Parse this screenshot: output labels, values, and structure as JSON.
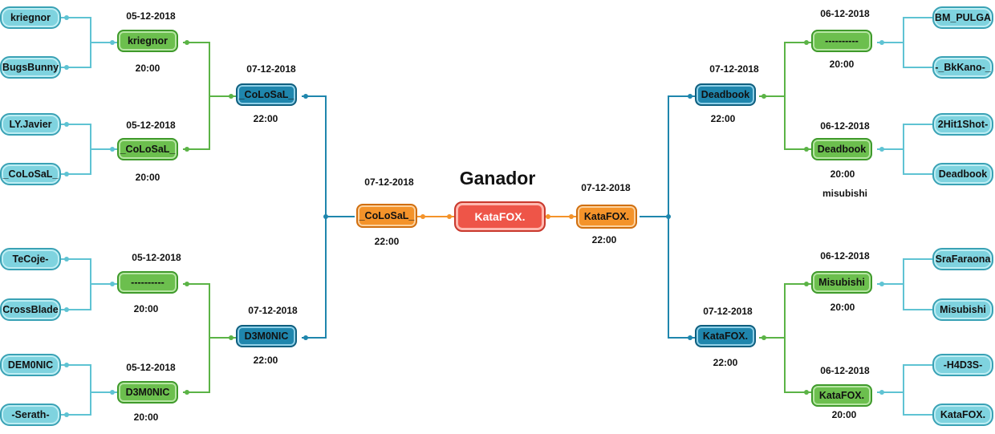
{
  "bracket": {
    "title": "Ganador",
    "champion": "KataFOX.",
    "left": {
      "players": [
        "kriegnor",
        "BugsBunny",
        "LY.Javier",
        "_CoLoSaL_",
        "TeCoje-",
        "CrossBlade",
        "DEM0NIC",
        "-Serath-"
      ],
      "round1": [
        {
          "name": "kriegnor",
          "date": "05-12-2018",
          "time": "20:00"
        },
        {
          "name": "_CoLoSaL_",
          "date": "05-12-2018",
          "time": "20:00"
        },
        {
          "name": "----------",
          "date": "05-12-2018",
          "time": "20:00"
        },
        {
          "name": "D3M0NIC",
          "date": "05-12-2018",
          "time": "20:00"
        }
      ],
      "round2": [
        {
          "name": "_CoLoSaL_",
          "date": "07-12-2018",
          "time": "22:00"
        },
        {
          "name": "D3M0NIC",
          "date": "07-12-2018",
          "time": "22:00"
        }
      ],
      "semi": {
        "name": "_CoLoSaL_",
        "date": "07-12-2018",
        "time": "22:00"
      }
    },
    "right": {
      "players": [
        "BM_PULGA",
        "-_BkKano-_",
        "2Hit1Shot-",
        "Deadbook",
        "SraFaraona",
        "Misubishi",
        "-H4D3S-",
        "KataFOX."
      ],
      "round1": [
        {
          "name": "----------",
          "date": "06-12-2018",
          "time": "20:00"
        },
        {
          "name": "Deadbook",
          "date": "06-12-2018",
          "time": "20:00",
          "note": "misubishi"
        },
        {
          "name": "Misubishi",
          "date": "06-12-2018",
          "time": "20:00"
        },
        {
          "name": "KataFOX.",
          "date": "06-12-2018",
          "time": "20:00"
        }
      ],
      "round2": [
        {
          "name": "Deadbook",
          "date": "07-12-2018",
          "time": "22:00"
        },
        {
          "name": "KataFOX.",
          "date": "07-12-2018",
          "time": "22:00"
        }
      ],
      "semi": {
        "name": "KataFOX.",
        "date": "07-12-2018",
        "time": "22:00"
      }
    },
    "colors": {
      "player": "#7fd3df",
      "round1": "#6cbf4e",
      "round2": "#1f86ad",
      "semi": "#f4932a",
      "champion": "#ee5548"
    }
  }
}
